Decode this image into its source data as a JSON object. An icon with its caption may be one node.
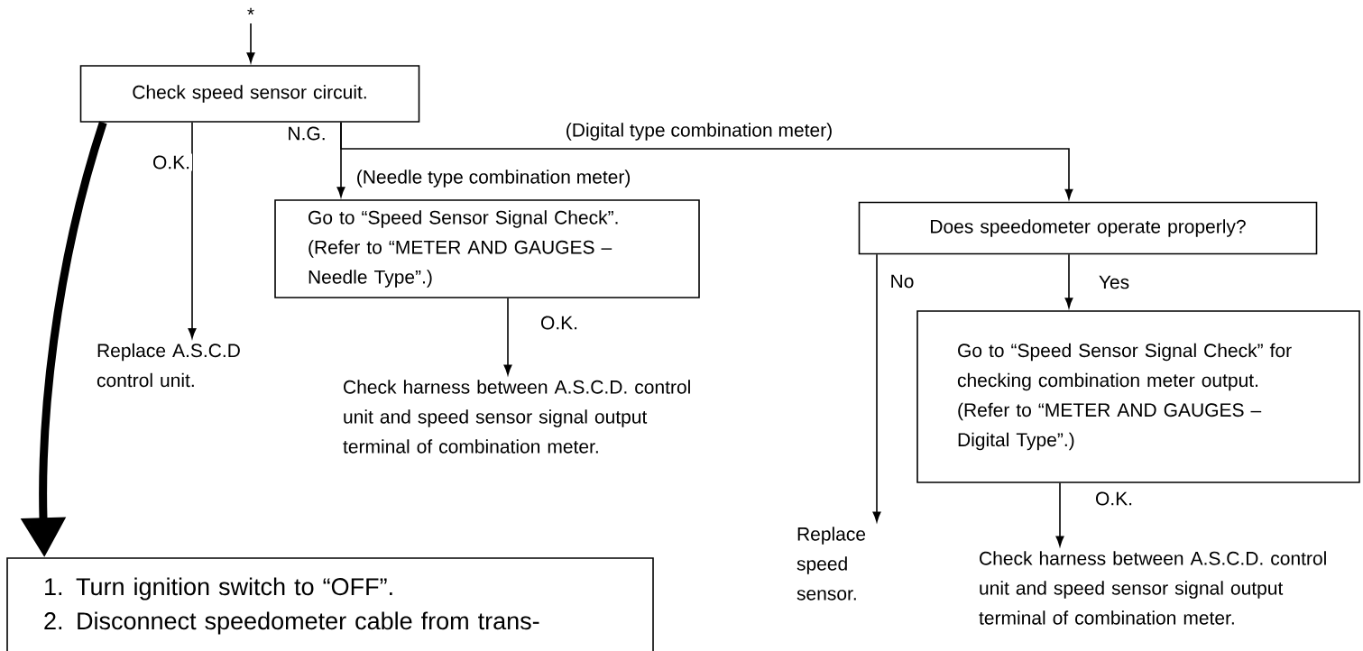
{
  "diagram": {
    "nodes": [
      {
        "text": [
          "*"
        ]
      },
      {
        "text": [
          "Check speed sensor circuit."
        ]
      },
      {
        "text": [
          "Go to “Speed Sensor Signal Check”.",
          "(Refer to “METER AND GAUGES – Needle Type”.)"
        ]
      },
      {
        "text": [
          "Replace A.S.C.D control unit."
        ]
      },
      {
        "text": [
          "Check harness between A.S.C.D. control unit and speed sensor signal output terminal of combination meter."
        ]
      },
      {
        "text": [
          "Does speedometer operate properly?"
        ]
      },
      {
        "text": [
          "Go to “Speed Sensor Signal Check” for checking combination meter output.",
          "(Refer to “METER AND GAUGES – Digital Type”.)"
        ]
      },
      {
        "text": [
          "Replace speed sensor."
        ]
      },
      {
        "text": [
          "Check harness between A.S.C.D. control unit and speed sensor signal output terminal of combination meter."
        ]
      },
      {
        "text": [
          "1. Turn ignition switch to “OFF”.",
          "2. Disconnect speedometer cable from trans-"
        ]
      }
    ],
    "edges": [
      {
        "from": 0,
        "to": 1,
        "arrow": "to"
      },
      {
        "from": 1,
        "to": 9,
        "arrow": "to",
        "style": "thick"
      },
      {
        "from": 1,
        "to": 3,
        "arrow": "to",
        "label": "O.K."
      },
      {
        "from": 1,
        "to": 2,
        "arrow": "to",
        "label": "(Needle type combination meter)"
      },
      {
        "from": 1,
        "to": 5,
        "arrow": "to",
        "label": "(Digital type combination meter)"
      },
      {
        "from": 2,
        "to": 4,
        "arrow": "to",
        "label": "O.K."
      },
      {
        "from": 5,
        "to": 7,
        "arrow": "to",
        "label": "No"
      },
      {
        "from": 5,
        "to": 6,
        "arrow": "to",
        "label": "Yes"
      },
      {
        "from": 6,
        "to": 8,
        "arrow": "to",
        "label": "O.K."
      }
    ],
    "labels": [
      "N.G."
    ]
  }
}
